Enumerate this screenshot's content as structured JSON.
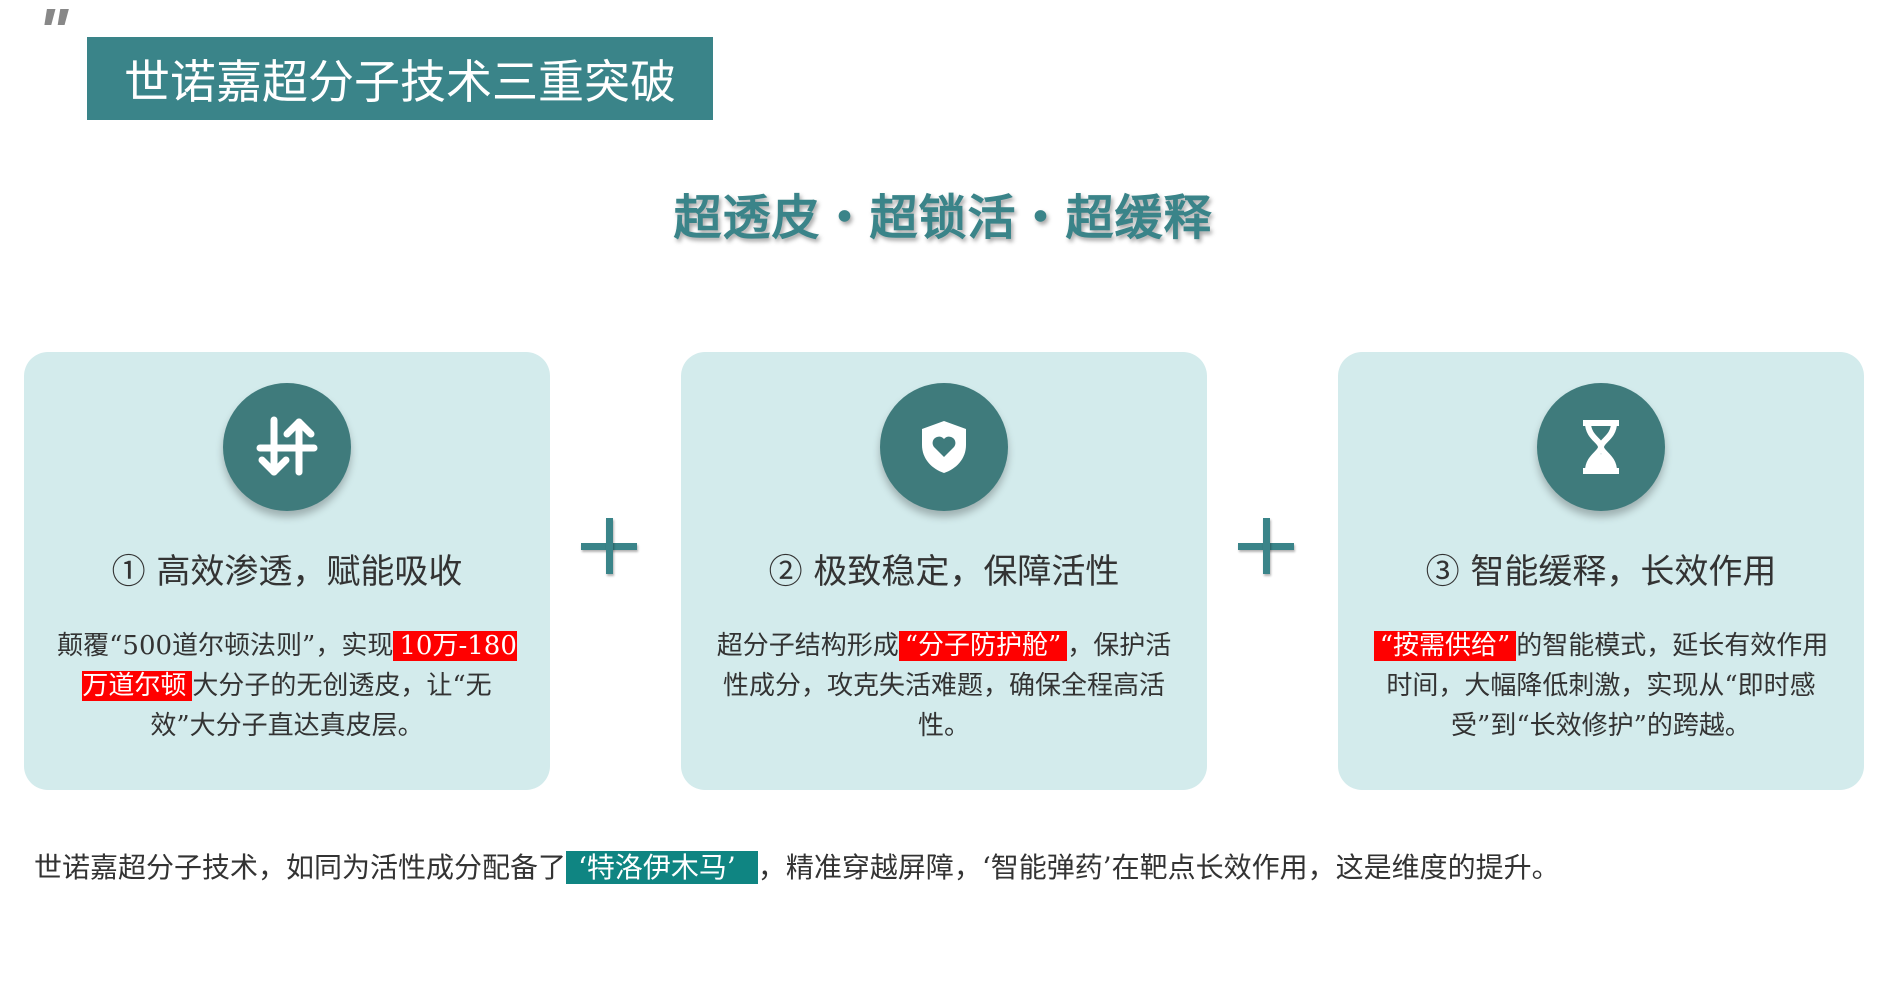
{
  "title": "世诺嘉超分子技术三重突破",
  "subtitle": "超透皮・超锁活・超缓释",
  "colors": {
    "teal": "#3a8489",
    "card_bg": "#d3ebec",
    "highlight_red": "#ff0000",
    "highlight_teal": "#0f8582"
  },
  "cards": [
    {
      "icon": "swap-vertical-icon",
      "heading": "① 高效渗透，赋能吸收",
      "body": {
        "a": "颠覆“500道尔顿法则”，实现",
        "hl": "10万-180万道尔顿",
        "b": "大分子的无创透皮，让“无效”大分子直达真皮层。"
      }
    },
    {
      "icon": "shield-heart-icon",
      "heading": "② 极致稳定，保障活性",
      "body": {
        "a": "超分子结构形成",
        "hl": "“分子防护舱”",
        "b": "，保护活性成分，攻克失活难题，确保全程高活性。"
      }
    },
    {
      "icon": "hourglass-icon",
      "heading": "③ 智能缓释，长效作用",
      "body": {
        "a": "",
        "hl": "“按需供给”",
        "b": "的智能模式，延长有效作用时间，大幅降低刺激，实现从“即时感受”到“长效修护”的跨越。"
      }
    }
  ],
  "bottom": {
    "a": "世诺嘉超分子技术，如同为活性成分配备了",
    "hl": "‘特洛伊木马’",
    "b": "，精准穿越屏障，‘智能弹药’在靶点长效作用，这是维度的提升。"
  }
}
